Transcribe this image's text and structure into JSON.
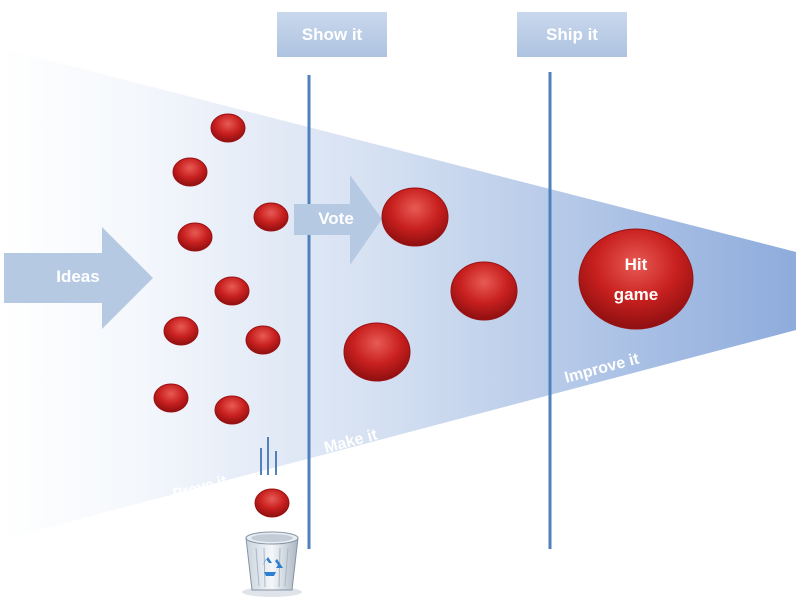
{
  "stages": {
    "show_label": "Show it",
    "ship_label": "Ship it"
  },
  "arrows": {
    "ideas_label": "Ideas",
    "vote_label": "Vote"
  },
  "hit": {
    "line1": "Hit",
    "line2": "game"
  },
  "funnel_labels": {
    "prove": "Prove it",
    "make": "Make it",
    "improve": "Improve it"
  },
  "icons": {
    "trash": "recycle-bin-icon"
  },
  "colors": {
    "funnel_blue": "#8eacdc",
    "stage_line": "#4f81bd",
    "stage_box": "#b8cce4",
    "ball_red": "#c0191b",
    "arrow_blue": "#b6c9e3"
  }
}
